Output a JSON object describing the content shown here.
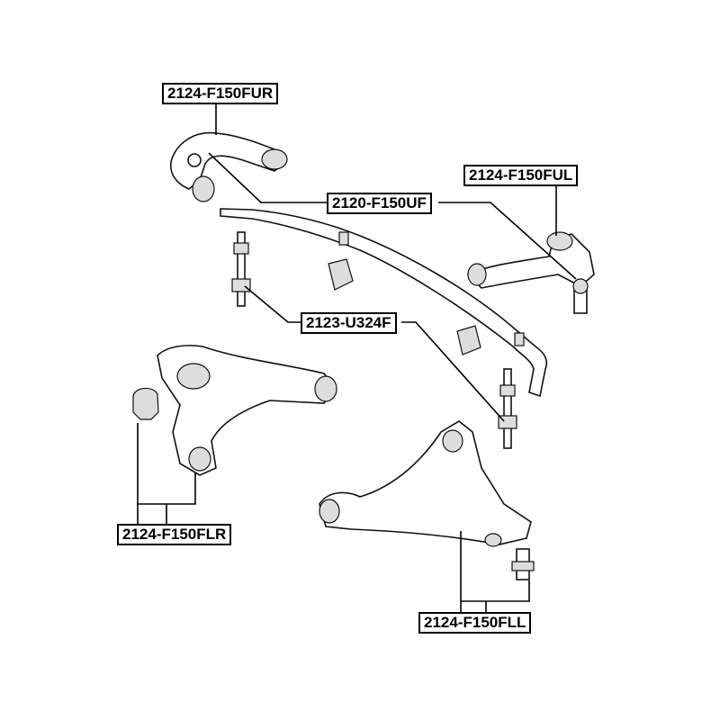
{
  "labels": {
    "upper_right_arm": "2124-F150FUR",
    "upper_left_arm": "2124-F150FUL",
    "stabilizer_bar": "2120-F150UF",
    "stabilizer_link": "2123-U324F",
    "lower_right_arm": "2124-F150FLR",
    "lower_left_arm": "2124-F150FLL"
  }
}
